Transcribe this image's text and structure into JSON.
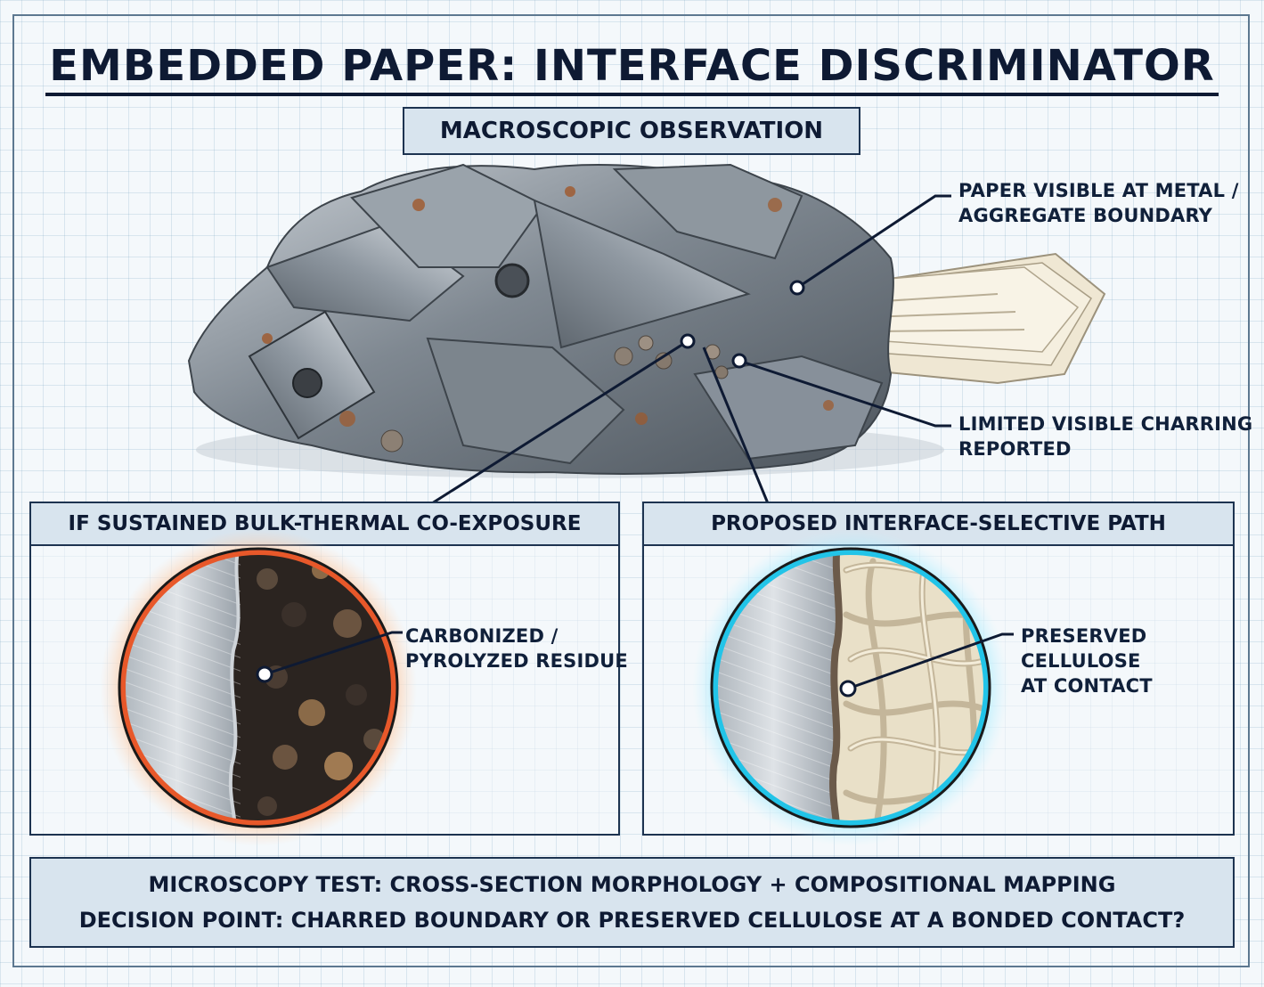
{
  "title": "EMBEDDED PAPER: INTERFACE DISCRIMINATOR",
  "macro_label": "MACROSCOPIC OBSERVATION",
  "callouts": {
    "paper_boundary": "PAPER VISIBLE AT METAL /\nAGGREGATE BOUNDARY",
    "charring": "LIMITED VISIBLE CHARRING\nREPORTED",
    "carbonized": "CARBONIZED /\nPYROLYZED RESIDUE",
    "cellulose": "PRESERVED CELLULOSE\nAT CONTACT"
  },
  "panels": {
    "left_title": "IF SUSTAINED BULK-THERMAL CO-EXPOSURE",
    "right_title": "PROPOSED INTERFACE-SELECTIVE PATH"
  },
  "bottom": {
    "line1": "MICROSCOPY TEST: CROSS-SECTION MORPHOLOGY + COMPOSITIONAL MAPPING",
    "line2": "DECISION POINT: CHARRED BOUNDARY OR PRESERVED CELLULOSE AT A BONDED CONTACT?"
  },
  "colors": {
    "ink": "#0e1a33",
    "panel_fill": "#d8e4ee",
    "char_ring": "#e8582a",
    "preserved_ring": "#22c4e8",
    "metal": "#8a939c",
    "rust": "#a0582a",
    "paper": "#f1ead8"
  }
}
